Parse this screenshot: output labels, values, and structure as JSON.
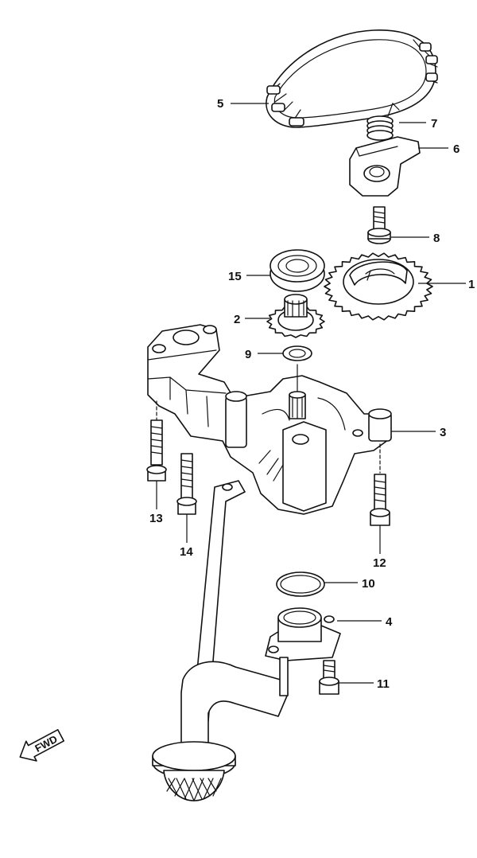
{
  "callouts": [
    {
      "id": "1",
      "label": "1"
    },
    {
      "id": "2",
      "label": "2"
    },
    {
      "id": "3",
      "label": "3"
    },
    {
      "id": "4",
      "label": "4"
    },
    {
      "id": "5",
      "label": "5"
    },
    {
      "id": "6",
      "label": "6"
    },
    {
      "id": "7",
      "label": "7"
    },
    {
      "id": "8",
      "label": "8"
    },
    {
      "id": "9",
      "label": "9"
    },
    {
      "id": "10",
      "label": "10"
    },
    {
      "id": "11",
      "label": "11"
    },
    {
      "id": "12",
      "label": "12"
    },
    {
      "id": "13",
      "label": "13"
    },
    {
      "id": "14",
      "label": "14"
    },
    {
      "id": "15",
      "label": "15"
    }
  ],
  "direction_marker": {
    "label": "FWD"
  }
}
